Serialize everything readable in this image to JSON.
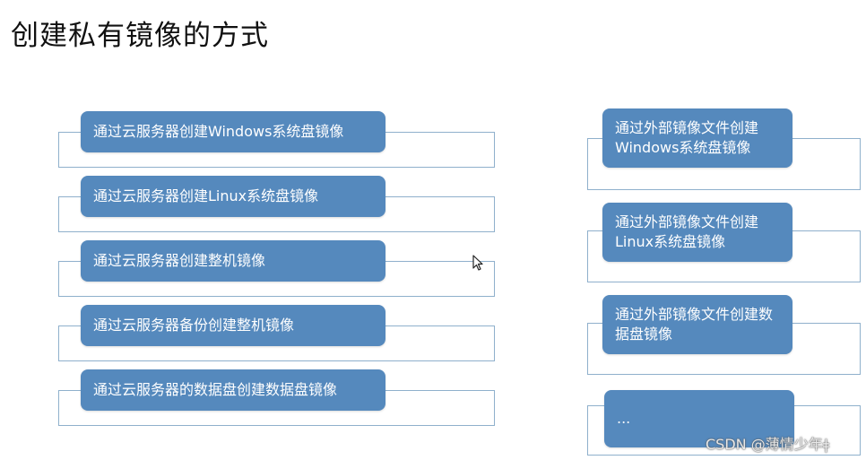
{
  "title": "创建私有镜像的方式",
  "left_items": [
    "通过云服务器创建Windows系统盘镜像",
    "通过云服务器创建Linux系统盘镜像",
    "通过云服务器创建整机镜像",
    "通过云服务器备份创建整机镜像",
    "通过云服务器的数据盘创建数据盘镜像"
  ],
  "right_items": [
    "通过外部镜像文件创建Windows系统盘镜像",
    "通过外部镜像文件创建Linux系统盘镜像",
    "通过外部镜像文件创建数据盘镜像",
    "..."
  ],
  "watermark": "CSDN @薄情少年ǂ",
  "colors": {
    "pill": "#5589bd",
    "outline": "#8fb0cc",
    "text": "#ffffff"
  }
}
